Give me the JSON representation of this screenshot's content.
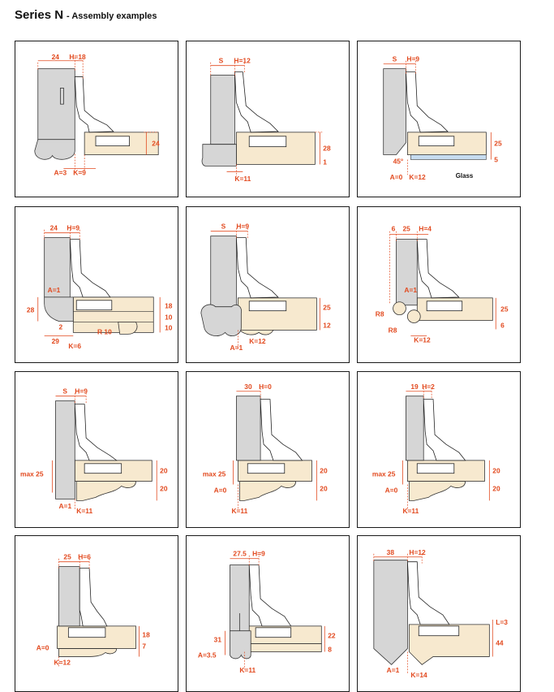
{
  "title": {
    "main": "Series N",
    "sub": "- Assembly examples"
  },
  "colors": {
    "dimension": "#e2491e",
    "door": "#d6d6d6",
    "cabinet": "#f7e9cf",
    "glass": "#c7dcef",
    "border": "#1a1a1a"
  },
  "panels": [
    {
      "labels": [
        "24",
        "H=18",
        "24",
        "A=3",
        "K=9"
      ]
    },
    {
      "labels": [
        "S",
        "H=12",
        "28",
        "1",
        "K=11"
      ]
    },
    {
      "labels": [
        "S",
        "H=9",
        "25",
        "5",
        "45°",
        "A=0",
        "K=12"
      ],
      "glass_label": "Glass"
    },
    {
      "labels": [
        "24",
        "H=9",
        "A=1",
        "28",
        "2",
        "29",
        "K=6",
        "R 10",
        "18",
        "10",
        "10"
      ]
    },
    {
      "labels": [
        "S",
        "H=9",
        "25",
        "12",
        "A=1",
        "K=12"
      ]
    },
    {
      "labels": [
        "6",
        "25",
        "H=4",
        "A=1",
        "R8",
        "R8",
        "K=12",
        "25",
        "6"
      ]
    },
    {
      "labels": [
        "S",
        "H=9",
        "max 25",
        "20",
        "20",
        "A=1",
        "K=11"
      ]
    },
    {
      "labels": [
        "30",
        "H=0",
        "max 25",
        "20",
        "20",
        "A=0",
        "K=11"
      ]
    },
    {
      "labels": [
        "19",
        "H=2",
        "max 25",
        "20",
        "20",
        "A=0",
        "K=11"
      ]
    },
    {
      "labels": [
        "25",
        "H=6",
        "18",
        "7",
        "A=0",
        "K=12"
      ]
    },
    {
      "labels": [
        "27.5",
        "H=9",
        "31",
        "22",
        "8",
        "A=3.5",
        "K=11"
      ]
    },
    {
      "labels": [
        "38",
        "H=12",
        "L=3",
        "44",
        "A=1",
        "K=14"
      ]
    }
  ]
}
